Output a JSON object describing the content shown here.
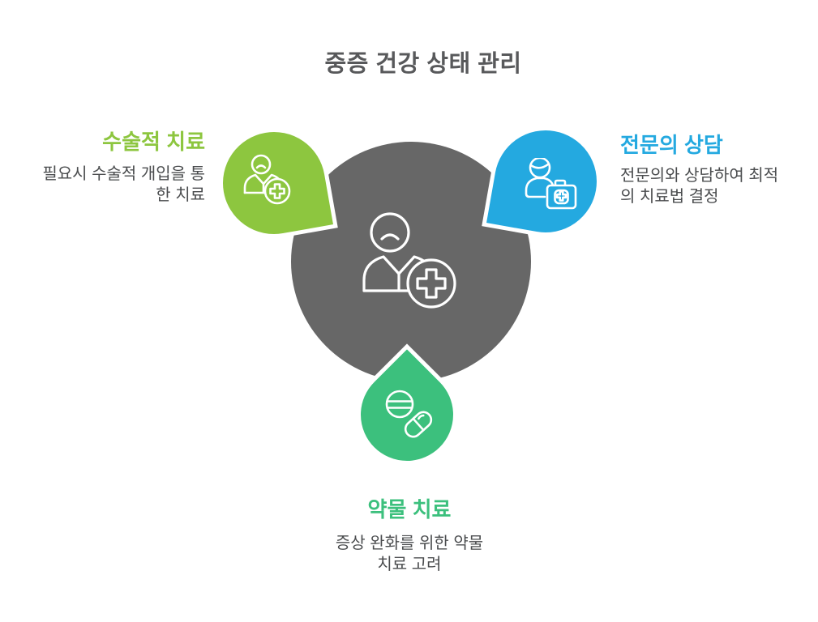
{
  "page_title": "중증 건강 상태 관리",
  "colors": {
    "center_circle": "#676767",
    "lime_green": "#8DC63F",
    "blue": "#24A9E0",
    "emerald_green": "#3CC07D",
    "title_text": "#58595B",
    "desc_text": "#4A4C4E",
    "icon_stroke": "#FFFFFF"
  },
  "center": {
    "icon": "patient-cross-icon"
  },
  "sections": [
    {
      "id": "surgical",
      "position": "top-left",
      "icon": "surgeon-plus-icon",
      "title": "수술적 치료",
      "desc_lines": [
        "필요시 수술적 개입을 통",
        "한 치료"
      ]
    },
    {
      "id": "specialist",
      "position": "top-right",
      "icon": "doctor-medkit-icon",
      "title": "전문의 상담",
      "desc_lines": [
        "전문의와 상담하여 최적",
        "의 치료법 결정"
      ]
    },
    {
      "id": "medication",
      "position": "bottom",
      "icon": "pills-icon",
      "title": "약물 치료",
      "desc_lines": [
        "증상 완화를 위한 약물",
        "치료 고려"
      ]
    }
  ]
}
